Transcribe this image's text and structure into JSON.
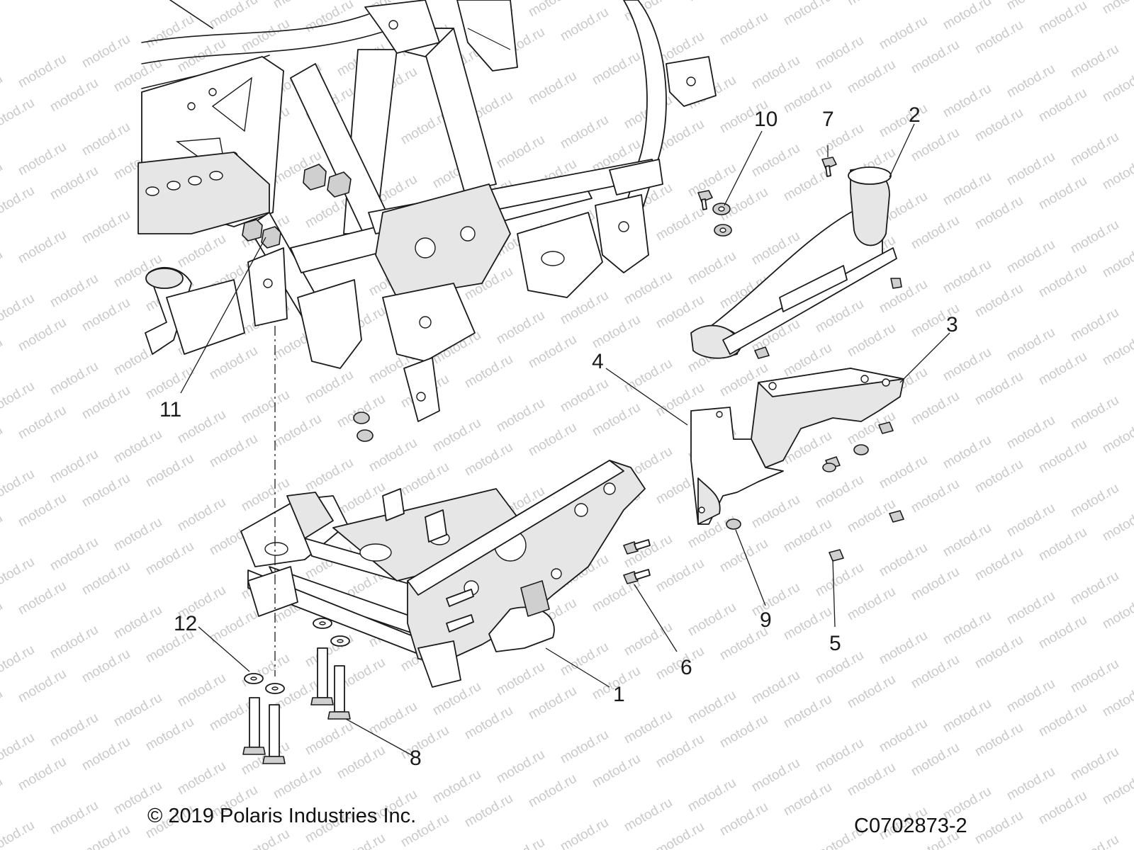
{
  "watermark": {
    "text": "motod.ru"
  },
  "callouts": [
    {
      "id": "1",
      "label": "1"
    },
    {
      "id": "2",
      "label": "2"
    },
    {
      "id": "3",
      "label": "3"
    },
    {
      "id": "4",
      "label": "4"
    },
    {
      "id": "5",
      "label": "5"
    },
    {
      "id": "6",
      "label": "6"
    },
    {
      "id": "7",
      "label": "7"
    },
    {
      "id": "8",
      "label": "8"
    },
    {
      "id": "9",
      "label": "9"
    },
    {
      "id": "10",
      "label": "10"
    },
    {
      "id": "11",
      "label": "11"
    },
    {
      "id": "12",
      "label": "12"
    }
  ],
  "footer": {
    "copyright": "© 2019 Polaris Industries Inc.",
    "drawing_code": "C0702873-2"
  },
  "colors": {
    "line": "#1a1a1a",
    "watermark": "#c9c9c9",
    "shade": "#e6e6e6"
  }
}
